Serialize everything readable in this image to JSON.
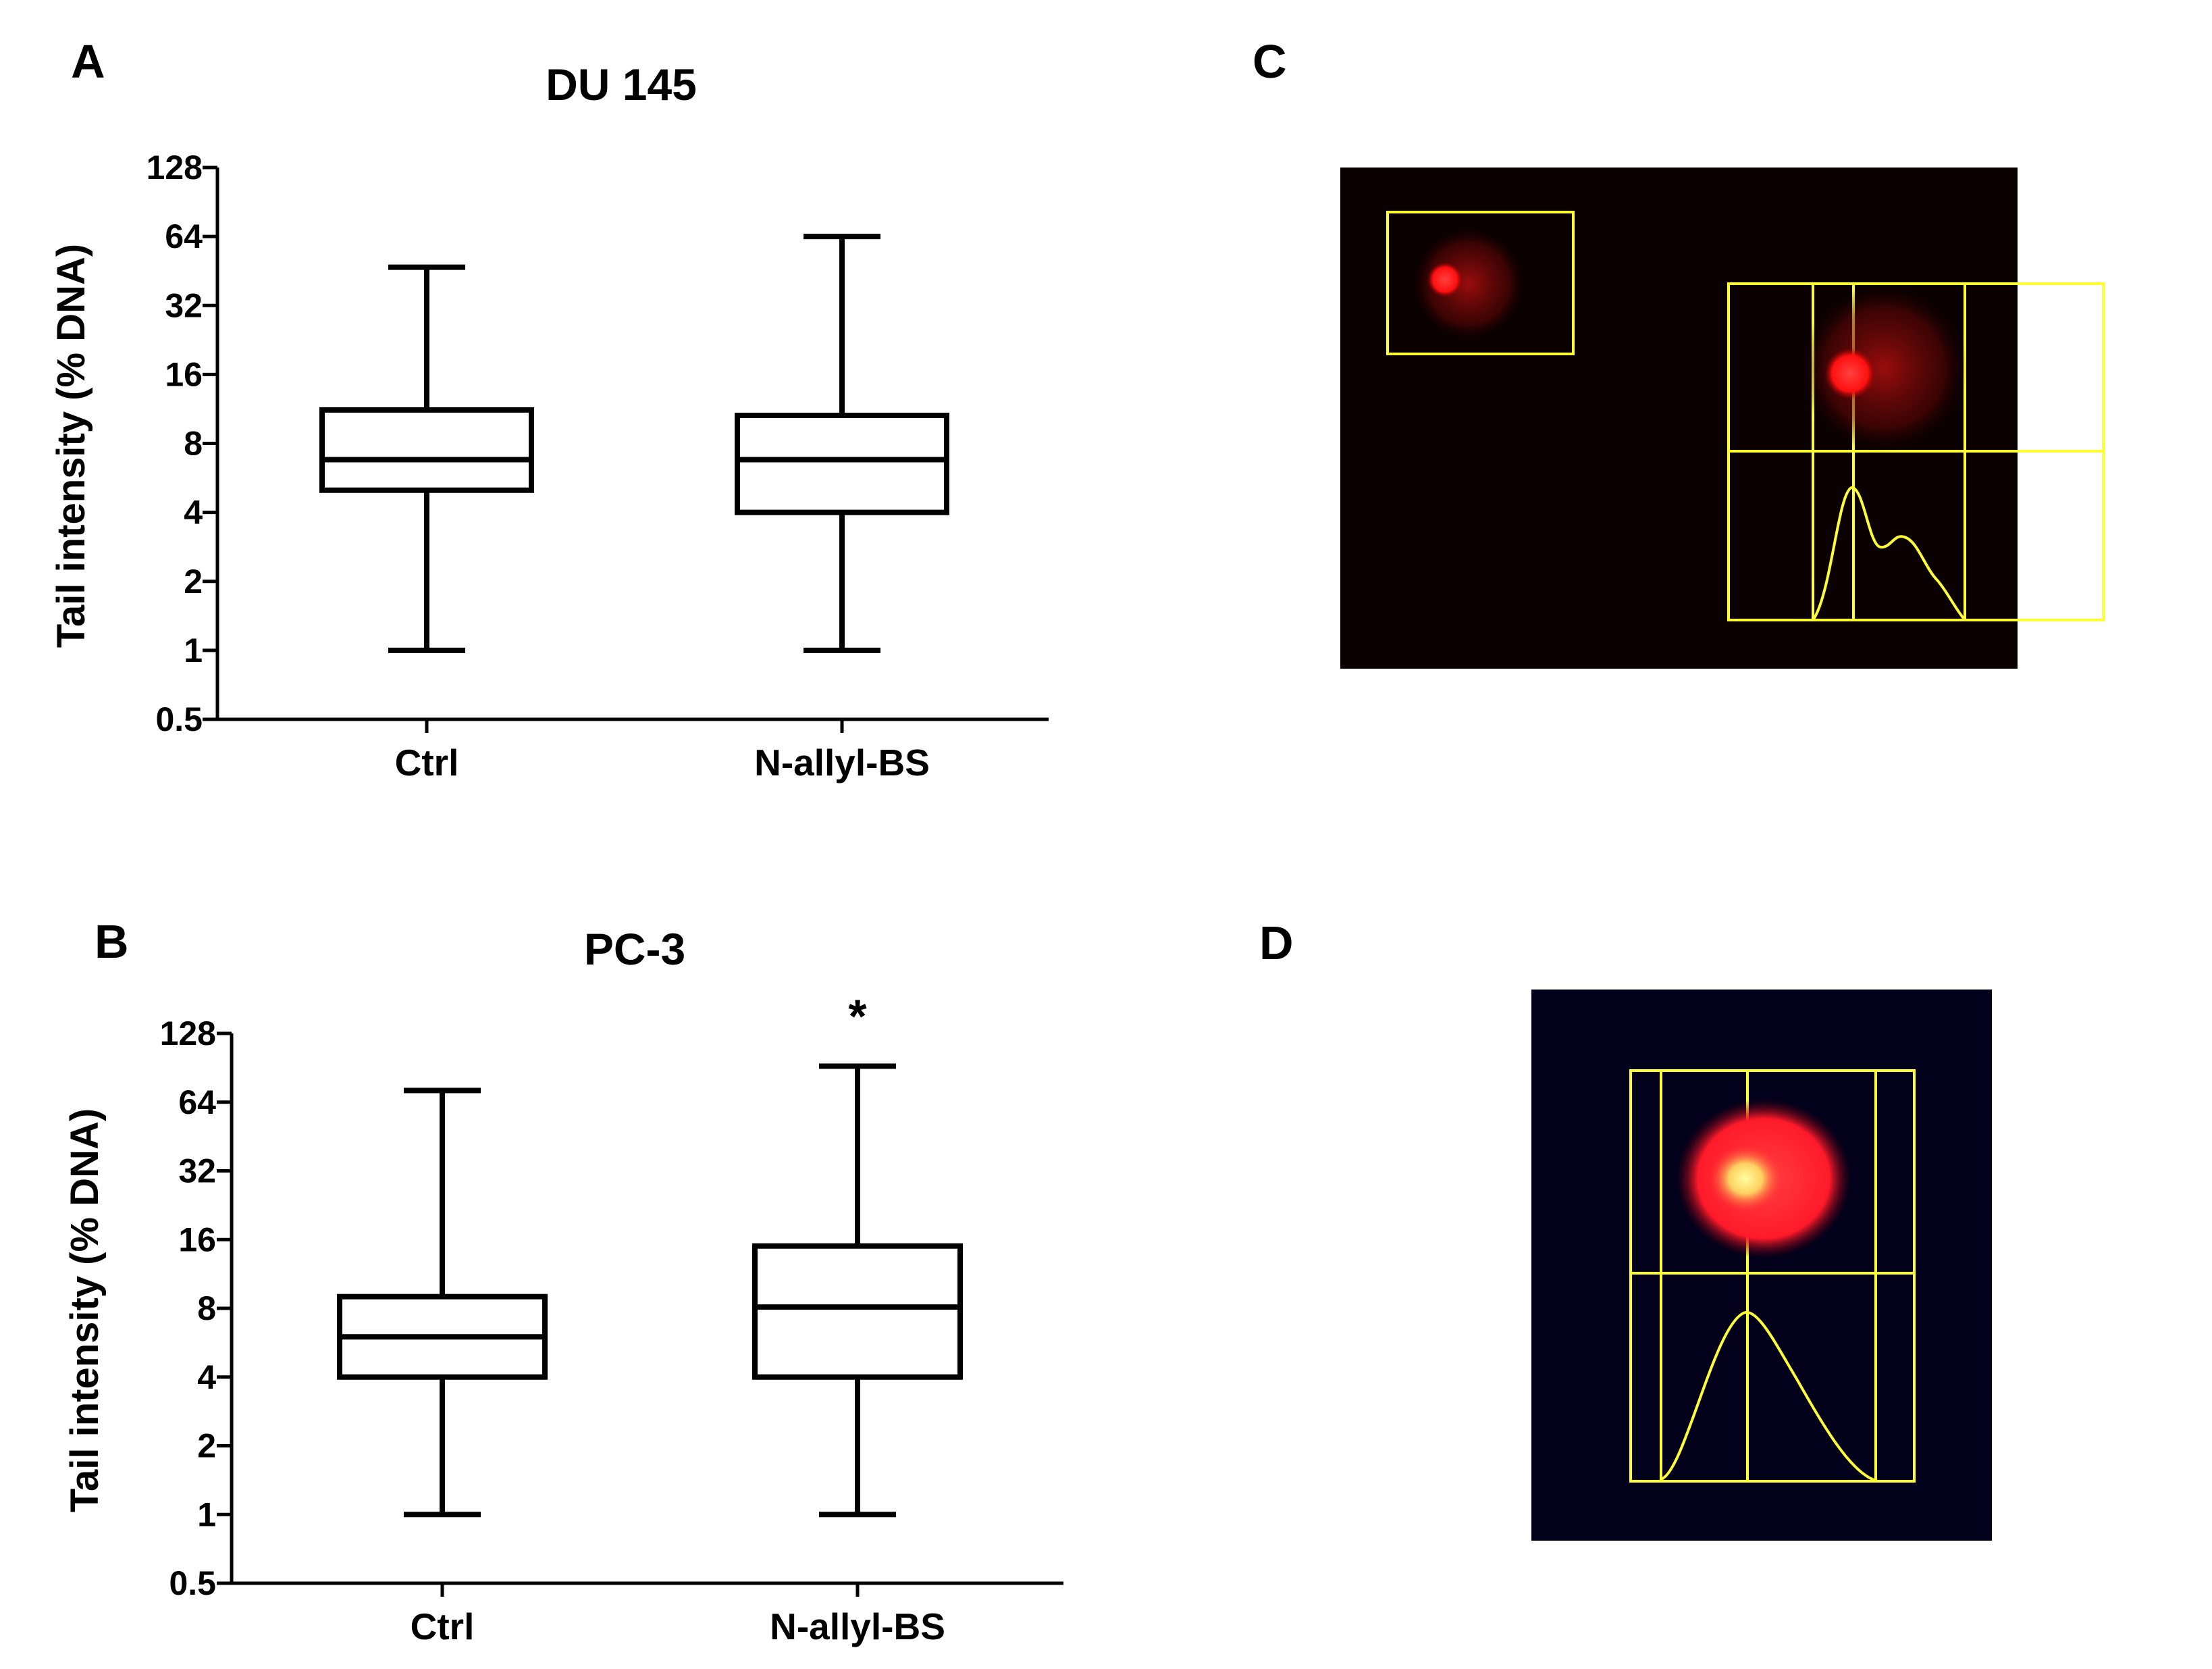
{
  "panels": {
    "A": {
      "label": "A"
    },
    "B": {
      "label": "B"
    },
    "C": {
      "label": "C"
    },
    "D": {
      "label": "D"
    }
  },
  "chart_data": [
    {
      "type": "box",
      "title": "DU 145",
      "ylabel": "Tail intensity (% DNA)",
      "yscale": "log2",
      "ylim": [
        0.5,
        128
      ],
      "yticks": [
        "0.5",
        "1",
        "2",
        "4",
        "8",
        "16",
        "32",
        "64",
        "128"
      ],
      "categories": [
        "Ctrl",
        "N-allyl-BS"
      ],
      "boxes": [
        {
          "min": 1,
          "q1": 5,
          "median": 6.8,
          "q3": 11.2,
          "max": 47
        },
        {
          "min": 1,
          "q1": 4,
          "median": 6.8,
          "q3": 10.6,
          "max": 64
        }
      ],
      "annotations": []
    },
    {
      "type": "box",
      "title": "PC-3",
      "ylabel": "Tail intensity (% DNA)",
      "yscale": "log2",
      "ylim": [
        0.5,
        128
      ],
      "yticks": [
        "0.5",
        "1",
        "2",
        "4",
        "8",
        "16",
        "32",
        "64",
        "128"
      ],
      "categories": [
        "Ctrl",
        "N-allyl-BS"
      ],
      "boxes": [
        {
          "min": 1,
          "q1": 4,
          "median": 6,
          "q3": 9,
          "max": 72
        },
        {
          "min": 1,
          "q1": 4,
          "median": 8.1,
          "q3": 15,
          "max": 92
        }
      ],
      "annotations": [
        "*"
      ]
    }
  ],
  "images": {
    "C": {
      "description_colors": {
        "background": "#0a0000",
        "grid": "#ffff33",
        "comet": "#ff2020"
      }
    },
    "D": {
      "description_colors": {
        "background": "#02001a",
        "grid": "#ffff33",
        "comet": "#ff3030"
      }
    }
  }
}
